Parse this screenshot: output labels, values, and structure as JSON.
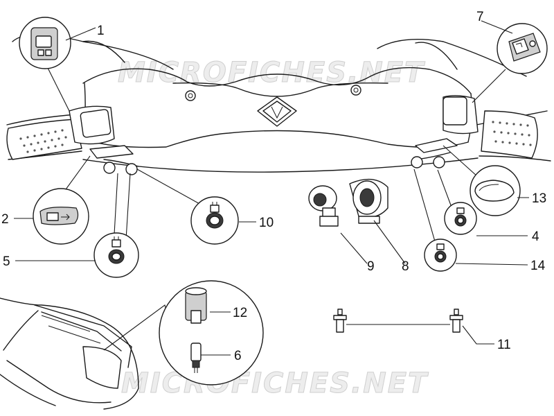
{
  "watermark": {
    "top_text": "MICROFICHES.NET",
    "bottom_text": "MICROFICHES.NET"
  },
  "part_labels": [
    {
      "id": "1",
      "text": "1"
    },
    {
      "id": "2",
      "text": "2"
    },
    {
      "id": "4",
      "text": "4"
    },
    {
      "id": "5",
      "text": "5"
    },
    {
      "id": "6",
      "text": "6"
    },
    {
      "id": "7",
      "text": "7"
    },
    {
      "id": "8",
      "text": "8"
    },
    {
      "id": "9",
      "text": "9"
    },
    {
      "id": "10",
      "text": "10"
    },
    {
      "id": "11",
      "text": "11"
    },
    {
      "id": "12",
      "text": "12"
    },
    {
      "id": "13",
      "text": "13"
    },
    {
      "id": "14",
      "text": "14"
    }
  ]
}
